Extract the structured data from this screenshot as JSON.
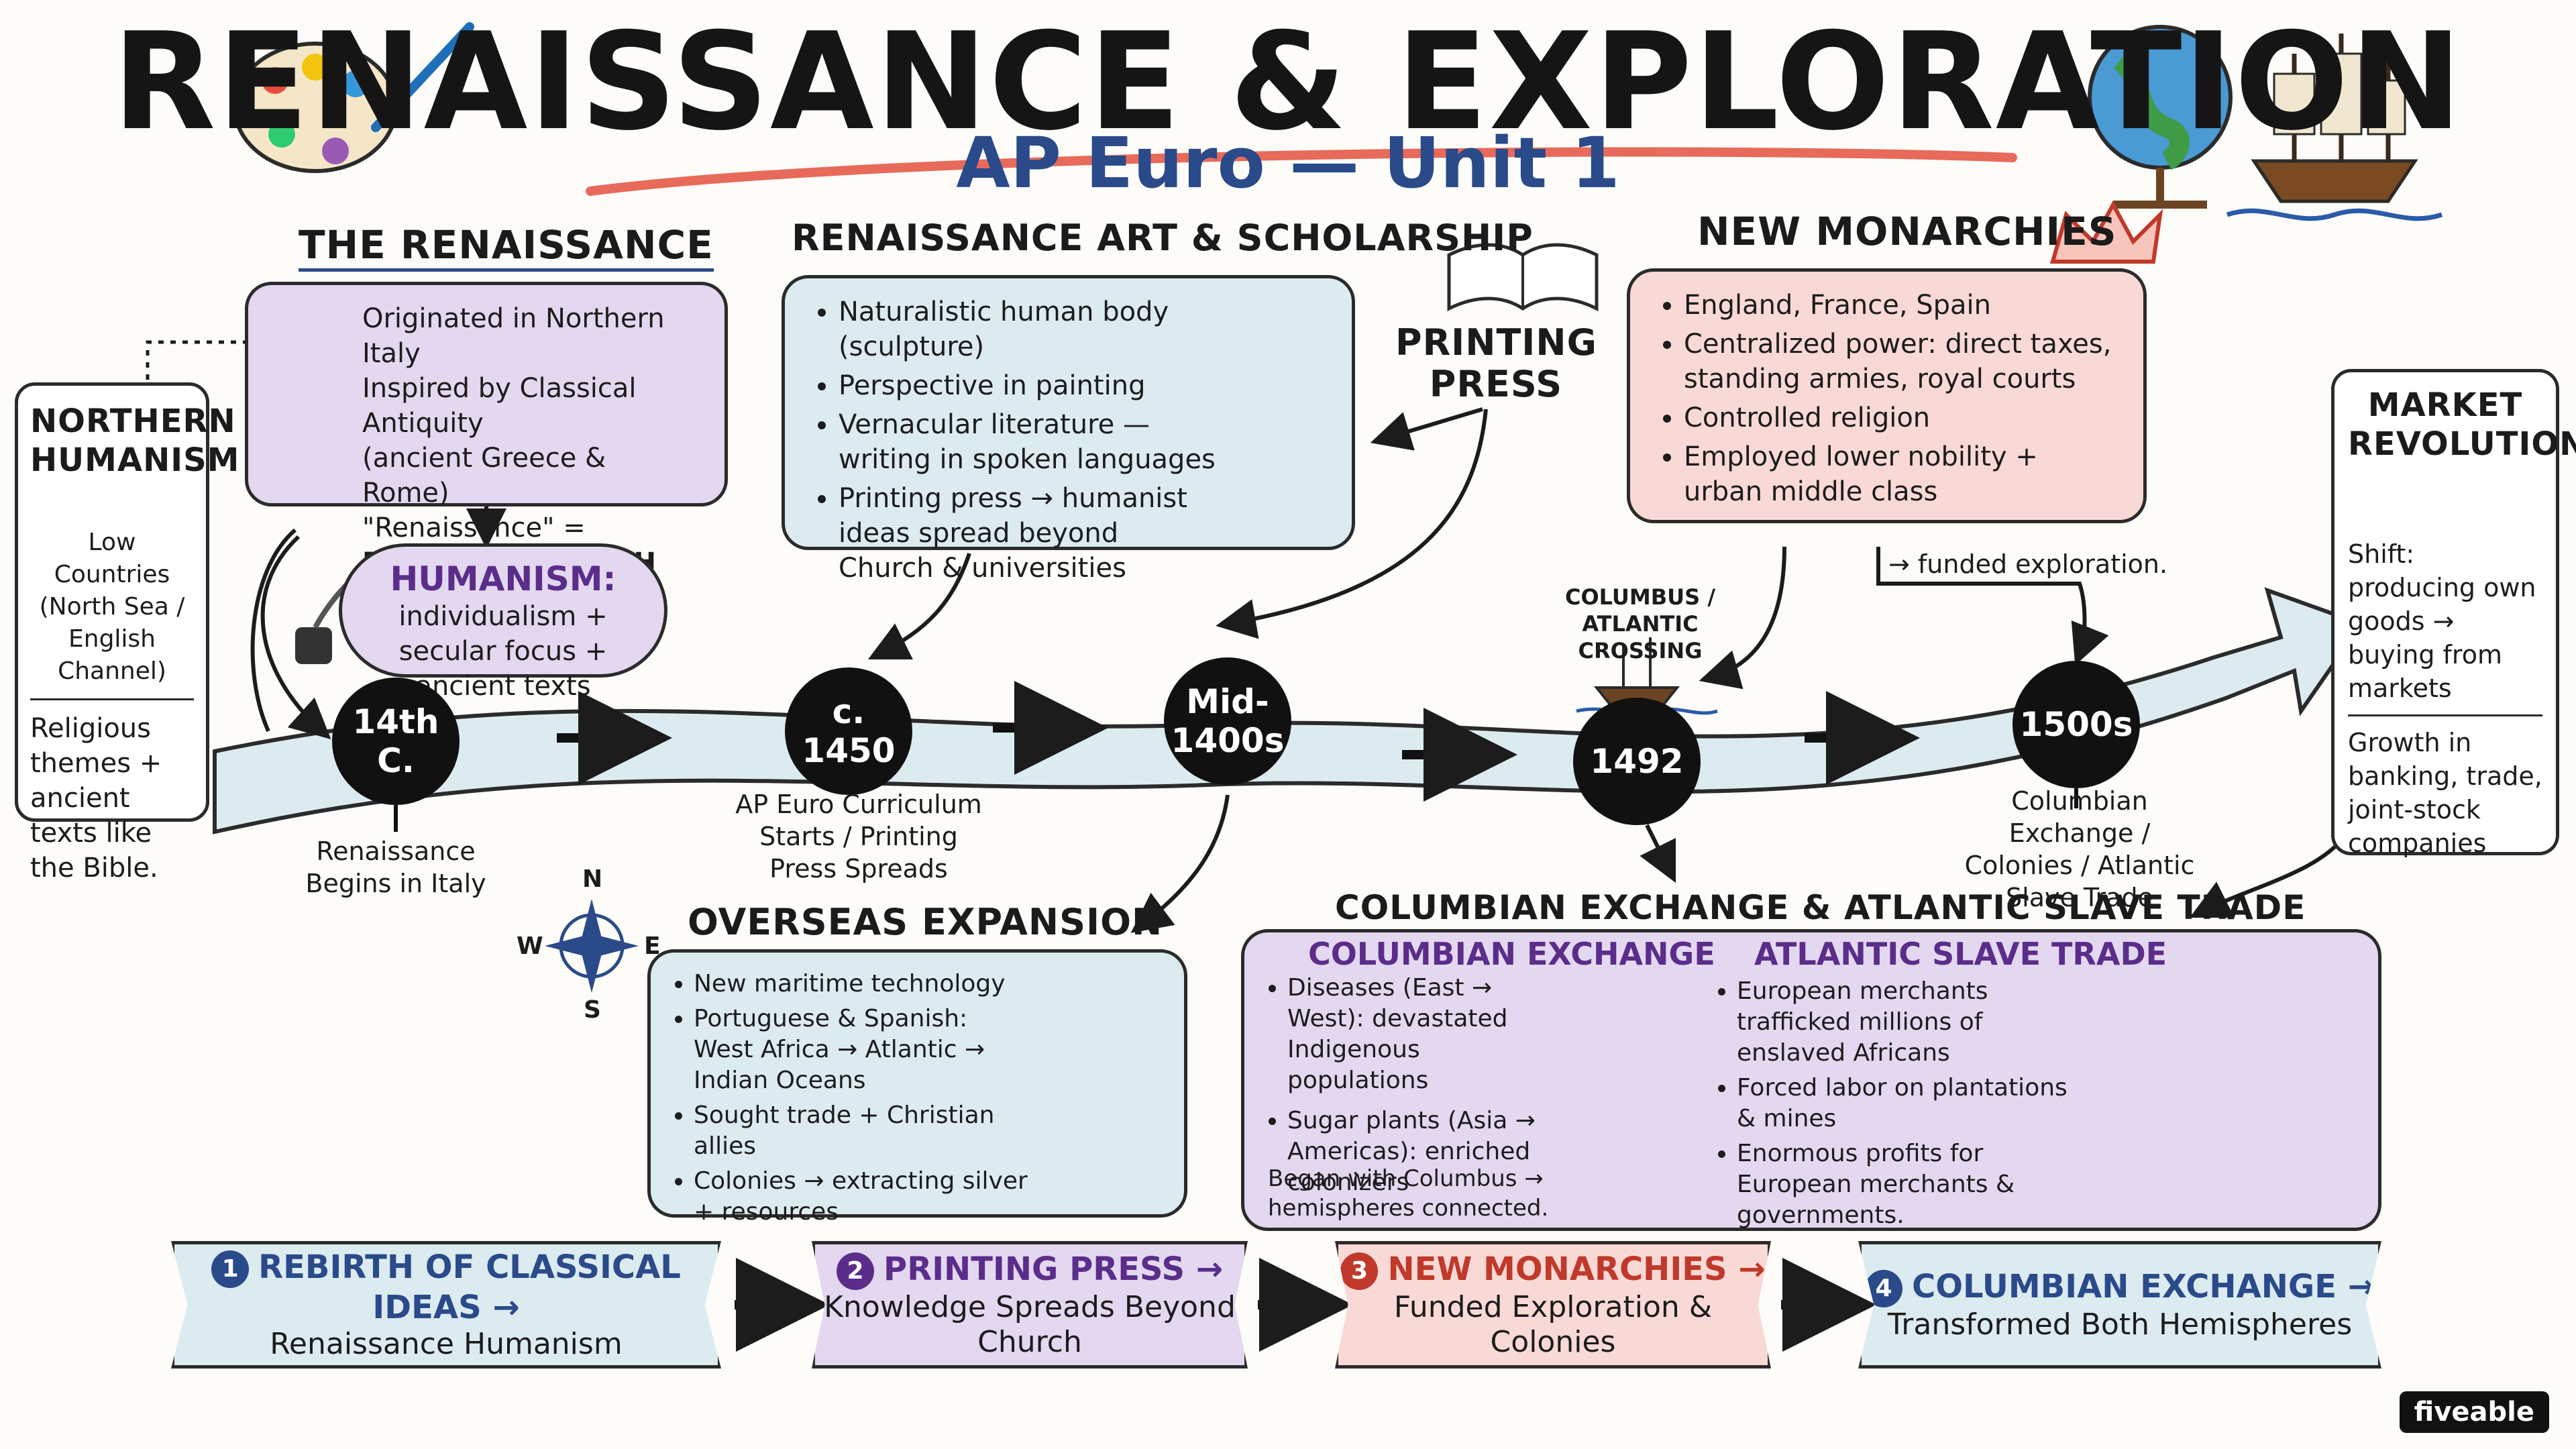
{
  "title": "RENAISSANCE & EXPLORATION",
  "subtitle": "AP Euro — Unit 1",
  "renaissance": {
    "heading": "THE RENAISSANCE",
    "lines": [
      "Originated in Northern Italy",
      "Inspired by Classical Antiquity",
      "(ancient Greece & Rome)",
      "\"Renaissance\" =",
      "French for REBIRTH"
    ]
  },
  "humanism": {
    "title": "HUMANISM:",
    "text": "individualism + secular focus + ancient texts"
  },
  "northern": {
    "title": "NORTHERN HUMANISM",
    "region": "Low Countries (North Sea / English Channel)",
    "desc": "Religious themes + ancient texts like the Bible."
  },
  "art": {
    "heading": "RENAISSANCE ART & SCHOLARSHIP",
    "items": [
      "Naturalistic human body (sculpture)",
      "Perspective in painting",
      "Vernacular literature — writing in spoken languages",
      "Printing press → humanist ideas spread beyond Church & universities"
    ]
  },
  "printing": {
    "label": "PRINTING PRESS"
  },
  "monarchies": {
    "heading": "NEW MONARCHIES",
    "items": [
      "England, France, Spain",
      "Centralized power: direct taxes, standing armies, royal courts",
      "Controlled religion",
      "Employed lower nobility + urban middle class"
    ],
    "funded": "→ funded exploration."
  },
  "market": {
    "title": "MARKET REVOLUTION",
    "shift": "Shift: producing own goods → buying from markets",
    "growth": "Growth in banking, trade, joint-stock companies"
  },
  "timeline": {
    "nodes": [
      {
        "label": "14th C.",
        "caption": "Renaissance Begins in Italy"
      },
      {
        "label": "c. 1450",
        "caption": "AP Euro Curriculum Starts / Printing Press Spreads"
      },
      {
        "label": "Mid-1400s",
        "caption": ""
      },
      {
        "label": "1492",
        "caption": "COLUMBUS / ATLANTIC CROSSING"
      },
      {
        "label": "1500s",
        "caption": "Columbian Exchange / Colonies / Atlantic Slave Trade"
      }
    ]
  },
  "compass": {
    "n": "N",
    "e": "E",
    "s": "S",
    "w": "W"
  },
  "overseas": {
    "heading": "OVERSEAS EXPANSION",
    "items": [
      "New maritime technology",
      "Portuguese & Spanish: West Africa → Atlantic → Indian Oceans",
      "Sought trade + Christian allies",
      "Colonies → extracting silver + resources"
    ]
  },
  "exchange": {
    "heading": "COLUMBIAN EXCHANGE & ATLANTIC SLAVE TRADE",
    "col_title": "COLUMBIAN EXCHANGE",
    "col_items": [
      "Diseases (East → West): devastated Indigenous populations",
      "Sugar plants (Asia → Americas): enriched colonizers"
    ],
    "col_note": "Began with Columbus → hemispheres connected.",
    "slave_title": "ATLANTIC SLAVE TRADE",
    "slave_items": [
      "European merchants trafficked millions of enslaved Africans",
      "Forced labor on plantations & mines",
      "Enormous profits for European merchants & governments."
    ]
  },
  "banners": [
    {
      "num": "1",
      "title": "REBIRTH OF CLASSICAL IDEAS →",
      "sub": "Renaissance Humanism"
    },
    {
      "num": "2",
      "title": "PRINTING PRESS →",
      "sub": "Knowledge Spreads Beyond Church"
    },
    {
      "num": "3",
      "title": "NEW MONARCHIES →",
      "sub": "Funded Exploration & Colonies"
    },
    {
      "num": "4",
      "title": "COLUMBIAN EXCHANGE →",
      "sub": "Transformed Both Hemispheres"
    }
  ],
  "colors": {
    "accent_blue": "#2a4a8a",
    "accent_purple": "#5b2d8a",
    "accent_red": "#c0392b",
    "band": "#dcebf0"
  },
  "logo": "fiveable"
}
